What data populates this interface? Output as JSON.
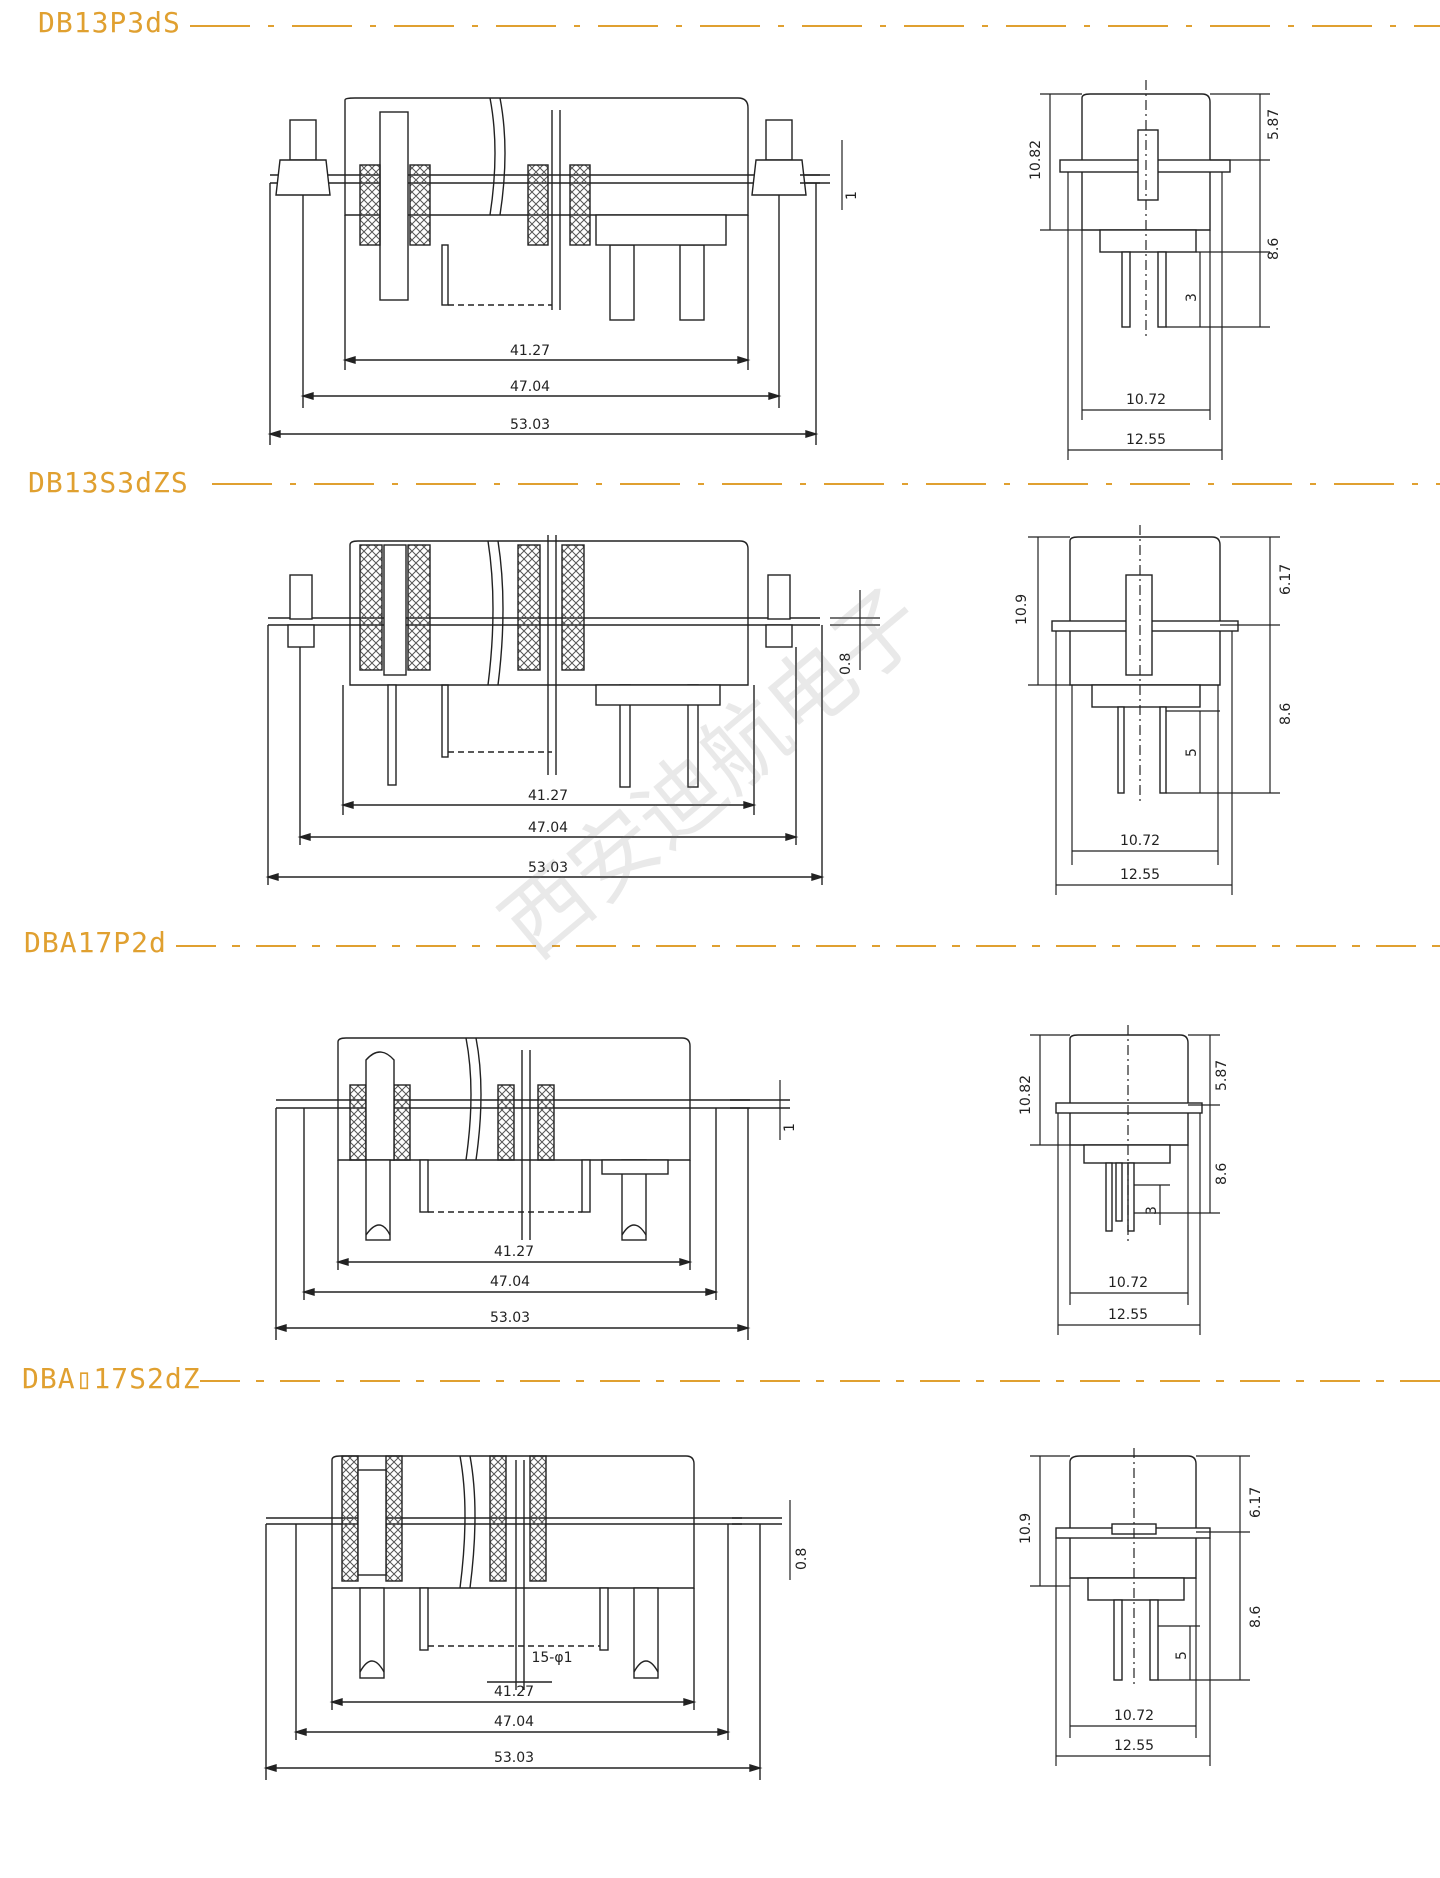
{
  "colors": {
    "accent": "#e0a030",
    "line": "#222222",
    "hatch": "#555555",
    "watermark": "#bdbdbd"
  },
  "watermark": "西安迪航电子",
  "sections": [
    {
      "title": "DB13P3dS",
      "front": {
        "d1": "41.27",
        "d2": "47.04",
        "d3": "53.03",
        "flange": "1"
      },
      "side": {
        "height": "10.82",
        "top": "5.87",
        "bottom": "8.6",
        "pin": "3",
        "inner": "10.72",
        "outer": "12.55"
      }
    },
    {
      "title": "DB13S3dZS",
      "front": {
        "d1": "41.27",
        "d2": "47.04",
        "d3": "53.03",
        "flange": "0.8"
      },
      "side": {
        "height": "10.9",
        "top": "6.17",
        "bottom": "8.6",
        "pin": "5",
        "inner": "10.72",
        "outer": "12.55"
      }
    },
    {
      "title": "DBA17P2d",
      "front": {
        "d1": "41.27",
        "d2": "47.04",
        "d3": "53.03",
        "flange": "1"
      },
      "side": {
        "height": "10.82",
        "top": "5.87",
        "bottom": "8.6",
        "pin": "3",
        "inner": "10.72",
        "outer": "12.55"
      }
    },
    {
      "title": "DBA▯17S2dZ",
      "front": {
        "d1": "41.27",
        "d2": "47.04",
        "d3": "53.03",
        "flange": "0.8",
        "pin_note": "15-φ1"
      },
      "side": {
        "height": "10.9",
        "top": "6.17",
        "bottom": "8.6",
        "pin": "5",
        "inner": "10.72",
        "outer": "12.55"
      }
    }
  ]
}
